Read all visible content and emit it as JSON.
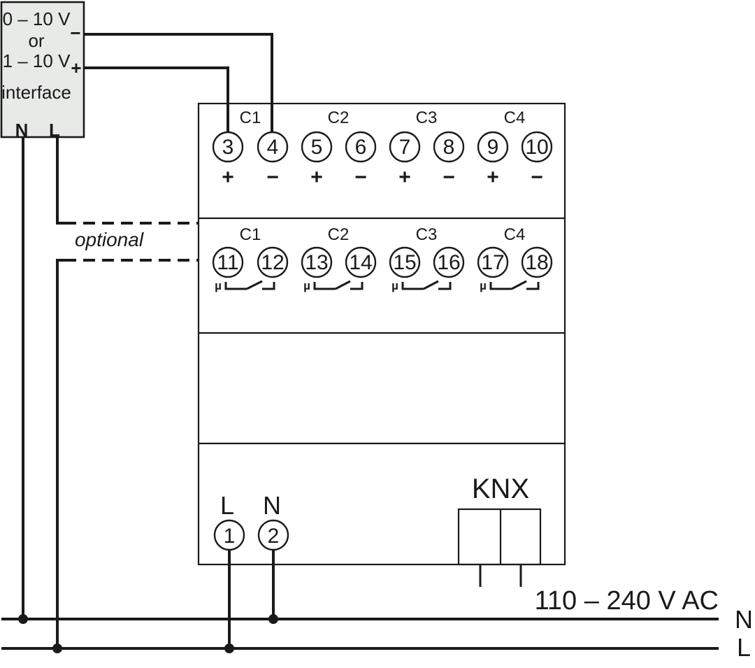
{
  "interface_box": {
    "line1": "0 – 10 V",
    "line2": "or",
    "line3": "1 – 10 V",
    "line4": "interface",
    "terminal_n": "N",
    "terminal_l": "L",
    "minus_label": "−",
    "plus_label": "+"
  },
  "optional_label": "optional",
  "device": {
    "analog_section": {
      "channels": [
        "C1",
        "C2",
        "C3",
        "C4"
      ],
      "terminals": [
        "3",
        "4",
        "5",
        "6",
        "7",
        "8",
        "9",
        "10"
      ],
      "polarity": [
        "+",
        "−",
        "+",
        "−",
        "+",
        "−",
        "+",
        "−"
      ]
    },
    "relay_section": {
      "channels": [
        "C1",
        "C2",
        "C3",
        "C4"
      ],
      "terminals": [
        "11",
        "12",
        "13",
        "14",
        "15",
        "16",
        "17",
        "18"
      ],
      "contact_symbol": "µ"
    },
    "power_section": {
      "l_label": "L",
      "n_label": "N",
      "terminals": [
        "1",
        "2"
      ],
      "knx_label": "KNX"
    }
  },
  "mains": {
    "voltage_label": "110 – 240 V AC",
    "n_label": "N",
    "l_label": "L"
  },
  "colors": {
    "line": "#1a1a1a",
    "interface_box_fill": "#e8eae8",
    "background": "#ffffff"
  }
}
